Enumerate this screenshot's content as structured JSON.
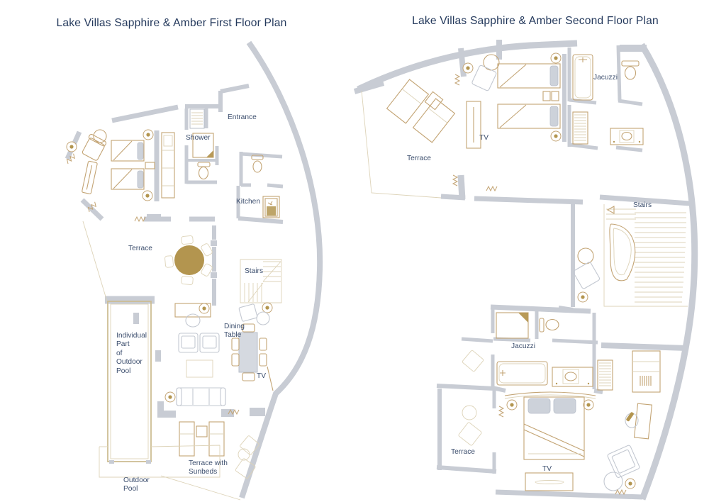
{
  "colors": {
    "background": "#ffffff",
    "wall_gray": "#c8ccd4",
    "furniture_tan": "#c3a474",
    "furniture_tan_light": "#ddd3b8",
    "furniture_gray": "#c3c8d1",
    "pillow_fill": "#cdd2da",
    "gold_accent": "#b3954f",
    "title_text": "#24395c",
    "label_text": "#3d4f6e"
  },
  "floor1": {
    "title": "Lake Villas Sapphire & Amber First Floor Plan",
    "labels": {
      "entrance": "Entrance",
      "shower": "Shower",
      "kitchen": "Kitchen",
      "terrace": "Terrace",
      "stairs": "Stairs",
      "dining_table": "Dining\nTable",
      "individual_pool": "Individual\nPart\nof\nOutdoor\nPool",
      "tv": "TV",
      "terrace_sunbeds": "Terrace with\nSunbeds",
      "outdoor_pool": "Outdoor\nPool"
    }
  },
  "floor2": {
    "title": "Lake Villas Sapphire & Amber Second Floor Plan",
    "labels": {
      "jacuzzi_top": "Jacuzzi",
      "tv_top": "TV",
      "terrace_top": "Terrace",
      "stairs": "Stairs",
      "jacuzzi_mid": "Jacuzzi",
      "terrace_bottom": "Terrace",
      "tv_bottom": "TV"
    }
  }
}
